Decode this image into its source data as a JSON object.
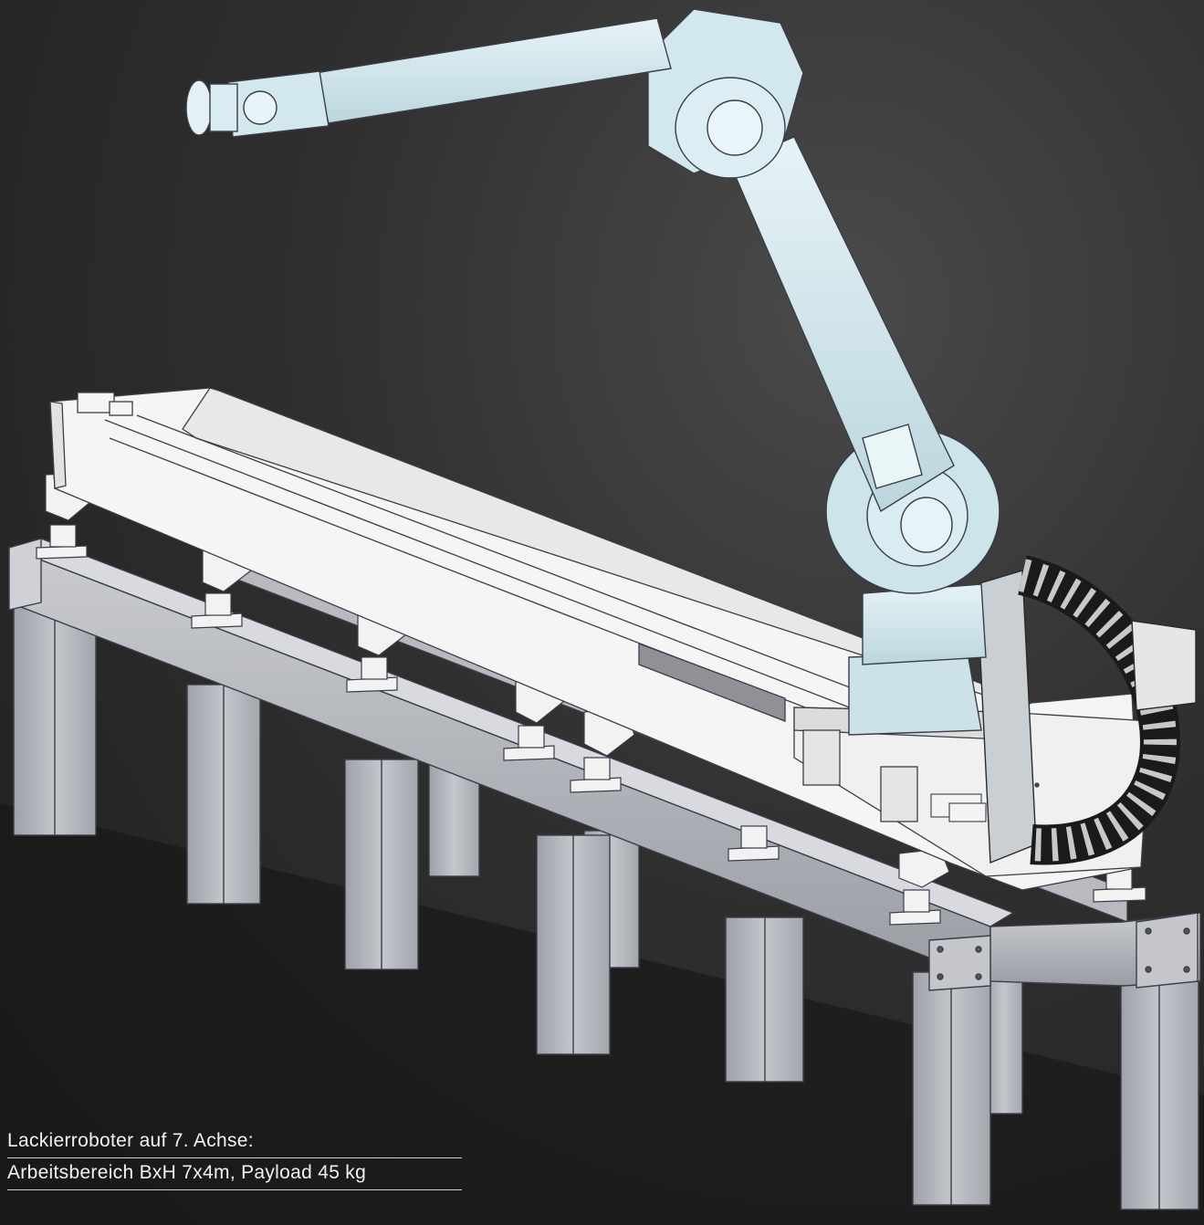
{
  "image": {
    "subject": "industrial-robot-on-linear-track",
    "colors": {
      "background_dark": "#1e1e1e",
      "background_light": "#4a4a4a",
      "robot_body": "#d8ecf2",
      "rail_white": "#f4f4f4",
      "frame_grey": "#b4b6bc",
      "outline": "#3a3d48",
      "caption_text": "#f2f2f2"
    }
  },
  "caption": {
    "line1": "Lackierroboter auf 7. Achse:",
    "line2": "Arbeitsbereich BxH 7x4m, Payload 45 kg"
  }
}
